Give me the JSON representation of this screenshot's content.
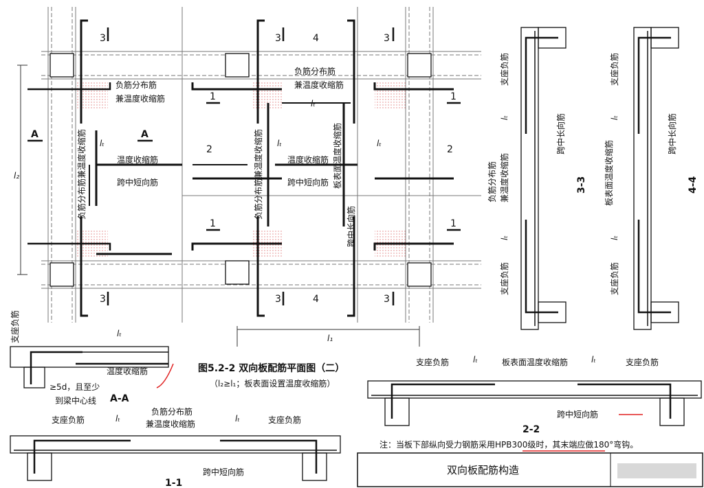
{
  "plan": {
    "cut_marks": {
      "m1": "1",
      "m2": "2",
      "m3": "3",
      "m4": "4",
      "A": "A"
    },
    "dim_l1": "l₁",
    "dim_l2": "l₂",
    "dim_lt": "lₜ",
    "neg_dist": "负筋分布筋",
    "temp_shrink_also": "兼温度收缩筋",
    "temp_shrink": "温度收缩筋",
    "mid_short": "跨中短向筋",
    "mid_long": "跨中长向筋",
    "neg_dist_temp_v": "负筋分布筋兼温度收缩筋",
    "surface_temp_v": "板表面温度收缩筋"
  },
  "figure": {
    "title": "图5.2-2  双向板配筋平面图（二）",
    "subtitle": "（l₂≥l₁；板表面设置温度收缩筋）"
  },
  "section_aa": {
    "name": "A-A",
    "support_neg": "支座负筋",
    "temp_shrink": "温度收缩筋",
    "note1": "≥5d，且至少",
    "note2": "到梁中心线",
    "lt": "lₜ"
  },
  "section_11": {
    "name": "1-1",
    "support_neg_l": "支座负筋",
    "support_neg_r": "支座负筋",
    "neg_dist": "负筋分布筋",
    "also_temp": "兼温度收缩筋",
    "mid_short": "跨中短向筋",
    "lt": "lₜ"
  },
  "section_22": {
    "name": "2-2",
    "support_neg_l": "支座负筋",
    "support_neg_r": "支座负筋",
    "surface_temp": "板表面温度收缩筋",
    "mid_short": "跨中短向筋",
    "lt": "lₜ"
  },
  "section_33": {
    "name": "3-3",
    "support_neg_top": "支座负筋",
    "support_neg_bot": "支座负筋",
    "mid_long": "跨中长向筋",
    "neg_dist": "负筋分布筋",
    "also_temp": "兼温度收缩筋",
    "lt": "lₜ"
  },
  "section_44": {
    "name": "4-4",
    "support_neg_top": "支座负筋",
    "support_neg_bot": "支座负筋",
    "mid_long": "跨中长向筋",
    "surface_temp": "板表面温度收缩筋",
    "lt": "lₜ"
  },
  "note": "注：当板下部纵向受力钢筋采用HPB300级时，其末端应做180°弯钩。",
  "title_block": {
    "title": "双向板配筋构造"
  },
  "colors": {
    "ink": "#111111",
    "hatch": "#e8a4a4",
    "red": "#e02020",
    "grid": "#888888"
  }
}
